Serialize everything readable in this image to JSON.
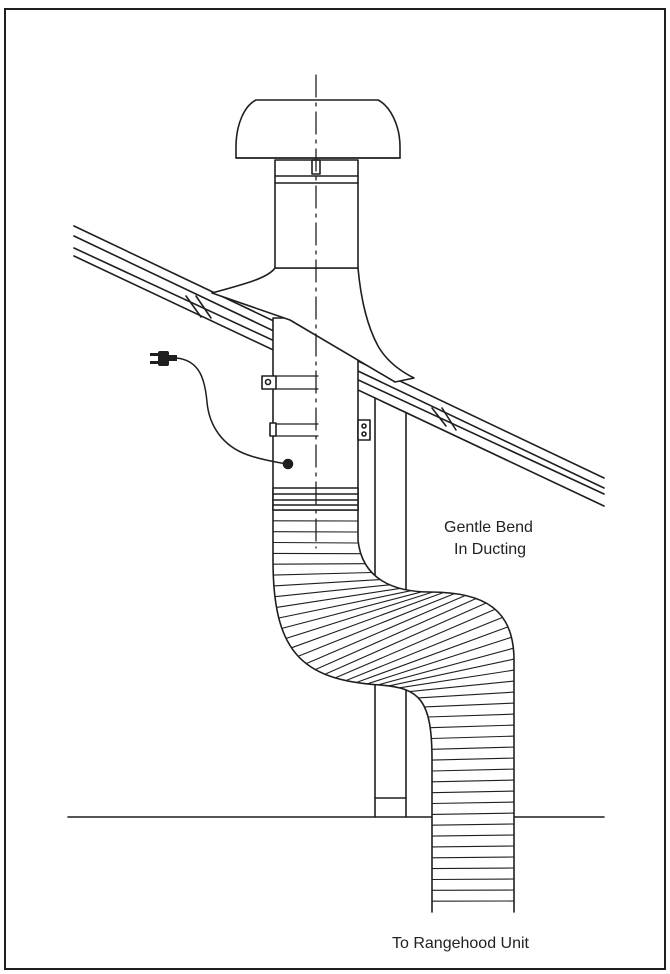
{
  "labels": {
    "bend_line1": "Gentle Bend",
    "bend_line2": "In Ducting",
    "destination": "To Rangehood Unit"
  },
  "colors": {
    "stroke": "#1f1f1f",
    "background": "#ffffff"
  }
}
